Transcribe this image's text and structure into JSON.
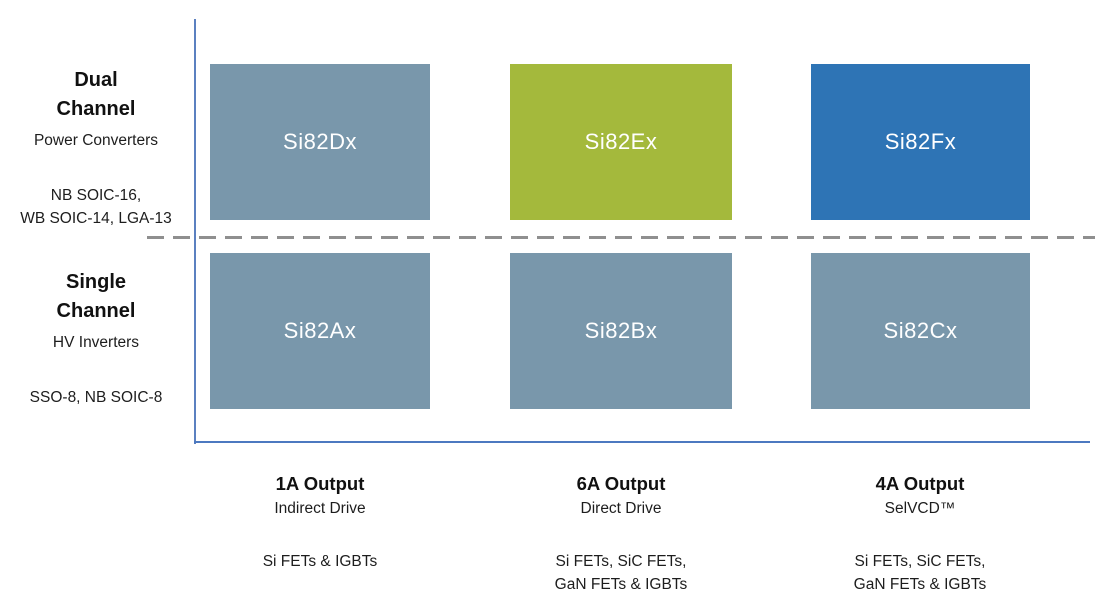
{
  "diagram": {
    "rows": [
      {
        "title_lines": [
          "Dual",
          "Channel"
        ],
        "subtitle": "Power Converters",
        "packages_lines": [
          "NB SOIC-16,",
          "WB SOIC-14, LGA-13"
        ]
      },
      {
        "title_lines": [
          "Single",
          "Channel"
        ],
        "subtitle": "HV Inverters",
        "packages_lines": [
          "SSO-8, NB SOIC-8"
        ]
      }
    ],
    "cells": [
      {
        "label": "Si82Dx",
        "color": "#7997AB"
      },
      {
        "label": "Si82Ex",
        "color": "#A4B93C"
      },
      {
        "label": "Si82Fx",
        "color": "#2E74B5"
      },
      {
        "label": "Si82Ax",
        "color": "#7997AB"
      },
      {
        "label": "Si82Bx",
        "color": "#7997AB"
      },
      {
        "label": "Si82Cx",
        "color": "#7997AB"
      }
    ],
    "columns": [
      {
        "output": "1A Output",
        "drive": "Indirect Drive",
        "devices_lines": [
          "Si FETs & IGBTs",
          ""
        ]
      },
      {
        "output": "6A Output",
        "drive": "Direct Drive",
        "devices_lines": [
          "Si FETs, SiC FETs,",
          "GaN FETs & IGBTs"
        ]
      },
      {
        "output": "4A Output",
        "drive": "SelVCD™",
        "devices_lines": [
          "Si FETs, SiC FETs,",
          "GaN FETs & IGBTs"
        ]
      }
    ],
    "colors": {
      "axis_line": "#5B80C0",
      "divider_line": "#8F8F8F",
      "cell_slate": "#7997AB",
      "cell_green": "#A4B93C",
      "cell_blue": "#2E74B5",
      "cell_text": "#FFFFFF",
      "label_text": "#1D1D1D"
    }
  }
}
